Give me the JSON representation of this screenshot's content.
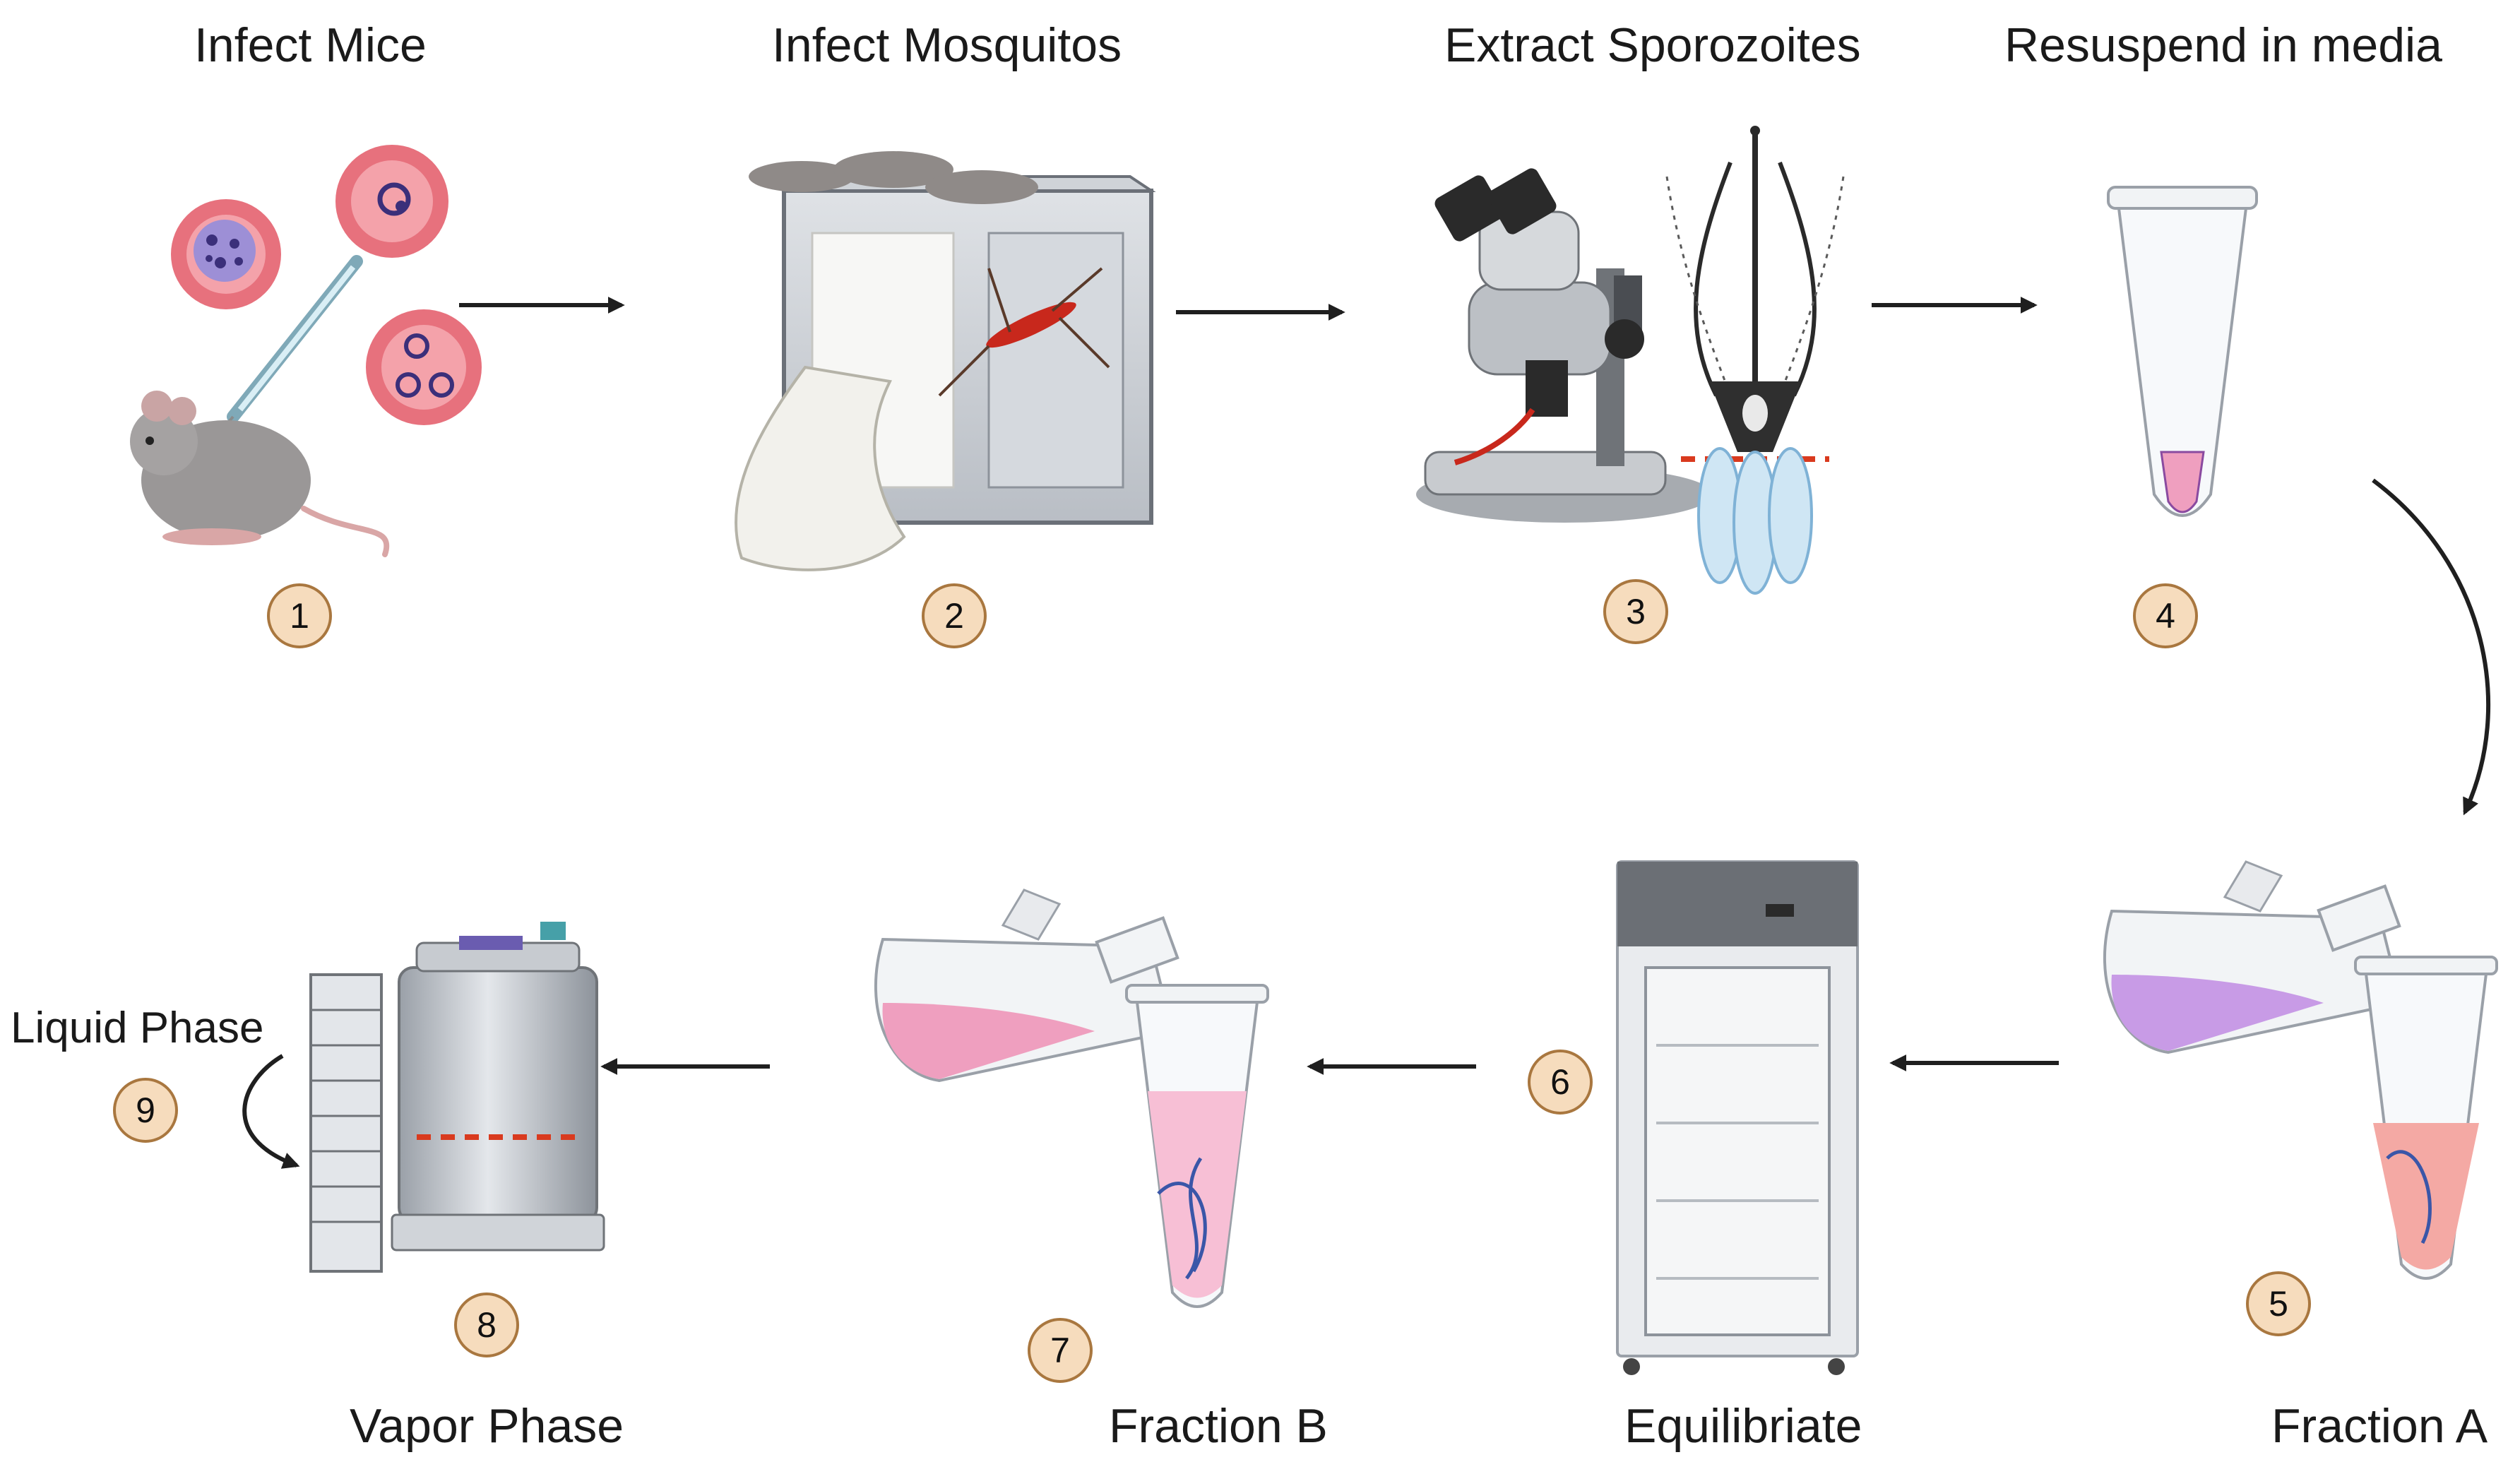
{
  "steps": [
    {
      "number": "1",
      "label": "Infect Mice"
    },
    {
      "number": "2",
      "label": "Infect Mosquitos"
    },
    {
      "number": "3",
      "label": "Extract Sporozoites"
    },
    {
      "number": "4",
      "label": "Resuspend in media"
    },
    {
      "number": "5",
      "label": "Fraction A"
    },
    {
      "number": "6",
      "label": "Equilibriate"
    },
    {
      "number": "7",
      "label": "Fraction B"
    },
    {
      "number": "8",
      "label": "Vapor Phase"
    },
    {
      "number": "9",
      "label": "Liquid Phase"
    }
  ],
  "colors": {
    "badge_fill": "#f6dcbd",
    "badge_border": "#a9773f",
    "arrow": "#1f1f1f",
    "cut_line": "#d93a1e",
    "media_pink": "#ef9fbf",
    "media_purple": "#c89be6",
    "fraction_a": "#f4a9a4",
    "cell_red": "#e7717d"
  }
}
